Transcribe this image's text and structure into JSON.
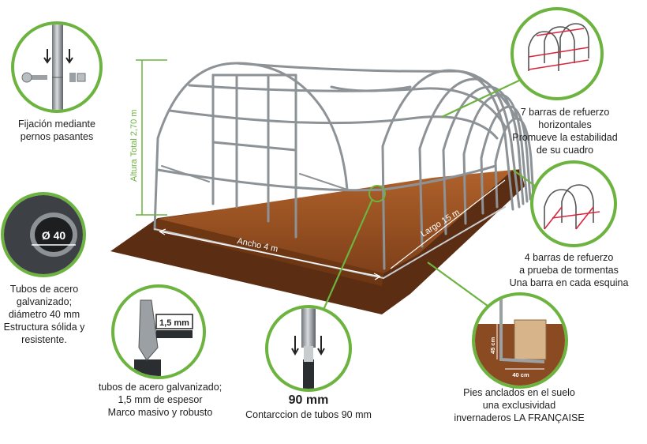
{
  "colors": {
    "accent_green": "#6cb33f",
    "soil": "#8a4a22",
    "ground_shadow": "#5a2c12",
    "frame_grey": "#8d9296"
  },
  "icons": [
    "bolt-icon",
    "tube-section-icon",
    "clamp-icon",
    "tube-joint-icon",
    "anchor-foot-icon",
    "mini-frame-icon"
  ],
  "dimensions": {
    "height_label": "Altura Total 2,70 m",
    "width_label": "Ancho 4 m",
    "length_label": "Largo 15 m"
  },
  "callouts": {
    "bolts": {
      "lines": [
        "Fijación mediante",
        "pernos pasantes"
      ]
    },
    "tube": {
      "diameter": "Ø 40",
      "lines": [
        "Tubos de acero",
        "galvanizado;",
        "diámetro 40 mm",
        "Estructura sólida y",
        "resistente."
      ]
    },
    "thickness": {
      "value": "1,5 mm",
      "lines": [
        "tubos de acero galvanizado;",
        "1,5 mm de espesor",
        "Marco masivo y robusto"
      ]
    },
    "joint": {
      "title": "90 mm",
      "lines": [
        "Contarccion de tubos 90 mm"
      ]
    },
    "horizontal_bars": {
      "lines": [
        "7 barras de refuerzo",
        "horizontales",
        "Promueve la estabilidad",
        "de su cuadro"
      ]
    },
    "storm_bars": {
      "lines": [
        "4 barras de refuerzo",
        "a prueba de tormentas",
        "Una barra en cada esquina"
      ]
    },
    "anchors": {
      "dim_height": "45 cm",
      "dim_width": "40 cm",
      "lines": [
        "Pies anclados en el suelo",
        "una exclusividad",
        "invernaderos LA FRANÇAISE"
      ]
    }
  }
}
